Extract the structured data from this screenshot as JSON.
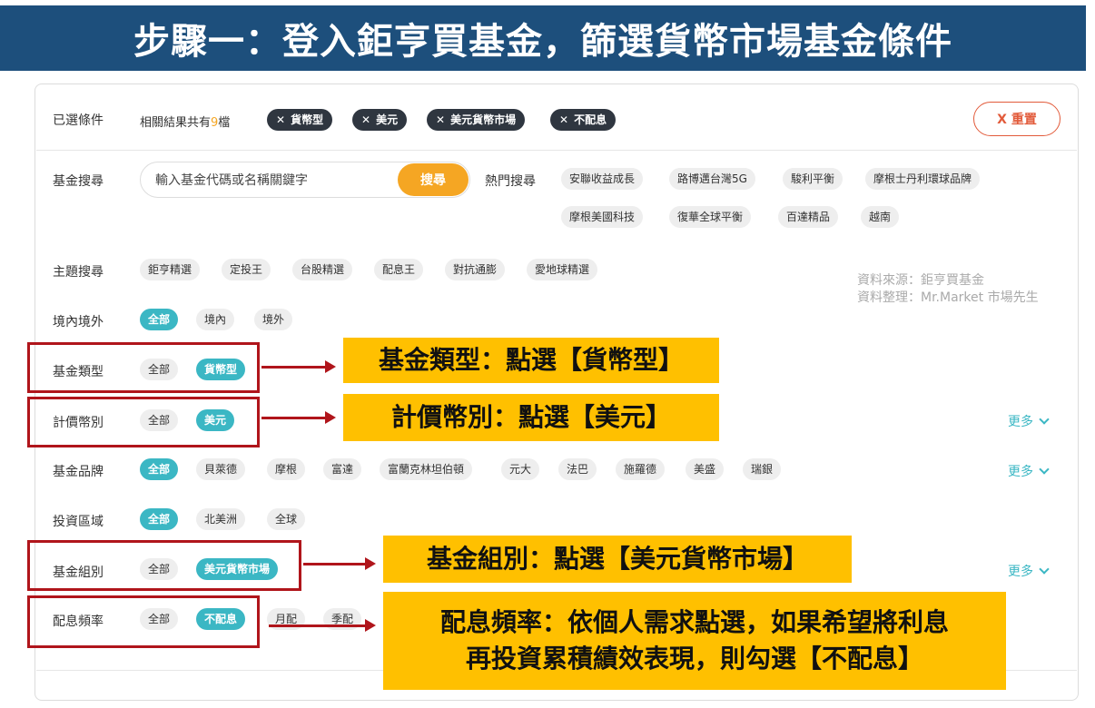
{
  "banner": {
    "title": "步驟一：登入鉅亨買基金，篩選貨幣市場基金條件"
  },
  "selected": {
    "label": "已選條件",
    "result_prefix": "相關結果共有",
    "result_count": "9",
    "result_suffix": "檔",
    "tags": [
      "貨幣型",
      "美元",
      "美元貨幣市場",
      "不配息"
    ],
    "reset_label": "X 重置"
  },
  "search": {
    "label": "基金搜尋",
    "placeholder": "輸入基金代碼或名稱關鍵字",
    "button": "搜尋",
    "hot_label": "熱門搜尋",
    "hot_row1": [
      "安聯收益成長",
      "路博邁台灣5G",
      "駿利平衡",
      "摩根士丹利環球品牌"
    ],
    "hot_row2": [
      "摩根美國科技",
      "復華全球平衡",
      "百達精品",
      "越南"
    ]
  },
  "theme": {
    "label": "主題搜尋",
    "items": [
      "鉅亨精選",
      "定投王",
      "台股精選",
      "配息王",
      "對抗通膨",
      "愛地球精選"
    ]
  },
  "source": {
    "line1": "資料來源：鉅亨買基金",
    "line2": "資料整理：Mr.Market 市場先生"
  },
  "domestic": {
    "label": "境內境外",
    "items": [
      "全部",
      "境內",
      "境外"
    ]
  },
  "fund_type": {
    "label": "基金類型",
    "items": [
      "全部",
      "貨幣型"
    ]
  },
  "currency": {
    "label": "計價幣別",
    "items": [
      "全部",
      "美元"
    ]
  },
  "brand": {
    "label": "基金品牌",
    "items": [
      "全部",
      "貝萊德",
      "摩根",
      "富達",
      "富蘭克林坦伯頓",
      "元大",
      "法巴",
      "施羅德",
      "美盛",
      "瑞銀"
    ]
  },
  "region": {
    "label": "投資區域",
    "items": [
      "全部",
      "北美洲",
      "全球"
    ]
  },
  "group": {
    "label": "基金組別",
    "items": [
      "全部",
      "美元貨幣市場"
    ]
  },
  "dividend": {
    "label": "配息頻率",
    "items": [
      "全部",
      "不配息",
      "月配",
      "季配"
    ]
  },
  "more_label": "更多",
  "callouts": {
    "fund_type": "基金類型：點選【貨幣型】",
    "currency": "計價幣別：點選【美元】",
    "group": "基金組別：點選【美元貨幣市場】",
    "dividend_line1": "配息頻率：依個人需求點選，如果希望將利息",
    "dividend_line2": "再投資累積績效表現，則勾選【不配息】"
  },
  "colors": {
    "banner": "#1d4f7c",
    "accent": "#3bb7c4",
    "orange": "#f5a623",
    "dark_tag": "#2f3640",
    "highlight": "#b0151b",
    "callout": "#ffc000"
  },
  "icons": {
    "more": "chevron-down-icon"
  }
}
